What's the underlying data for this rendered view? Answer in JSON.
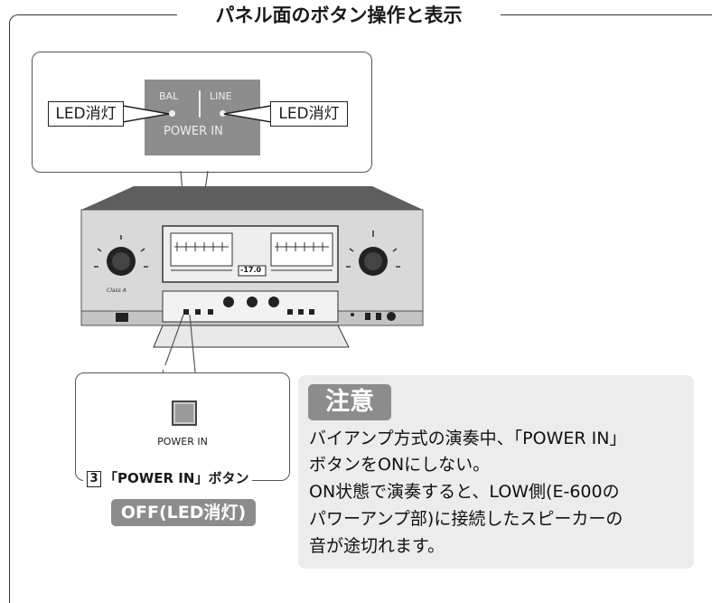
{
  "title": "パネル面のボタン操作と表示",
  "led_panel": {
    "bal": "BAL",
    "line": "LINE",
    "power_in": "POWER IN",
    "left_callout": "LED消灯",
    "right_callout": "LED消灯"
  },
  "amp": {
    "display_value": "-17.0",
    "brand_text": "Class A"
  },
  "button_callout": {
    "button_label": "POWER IN",
    "number": "3",
    "caption": "「POWER IN」ボタン",
    "state": "OFF(LED消灯)"
  },
  "note": {
    "badge": "注意",
    "lines": [
      "バイアンプ方式の演奏中、「POWER IN」",
      "ボタンをONにしない。",
      "ON状態で演奏すると、LOW側(E-600の",
      "パワーアンプ部)に接続したスピーカーの",
      "音が途切れます。"
    ]
  }
}
